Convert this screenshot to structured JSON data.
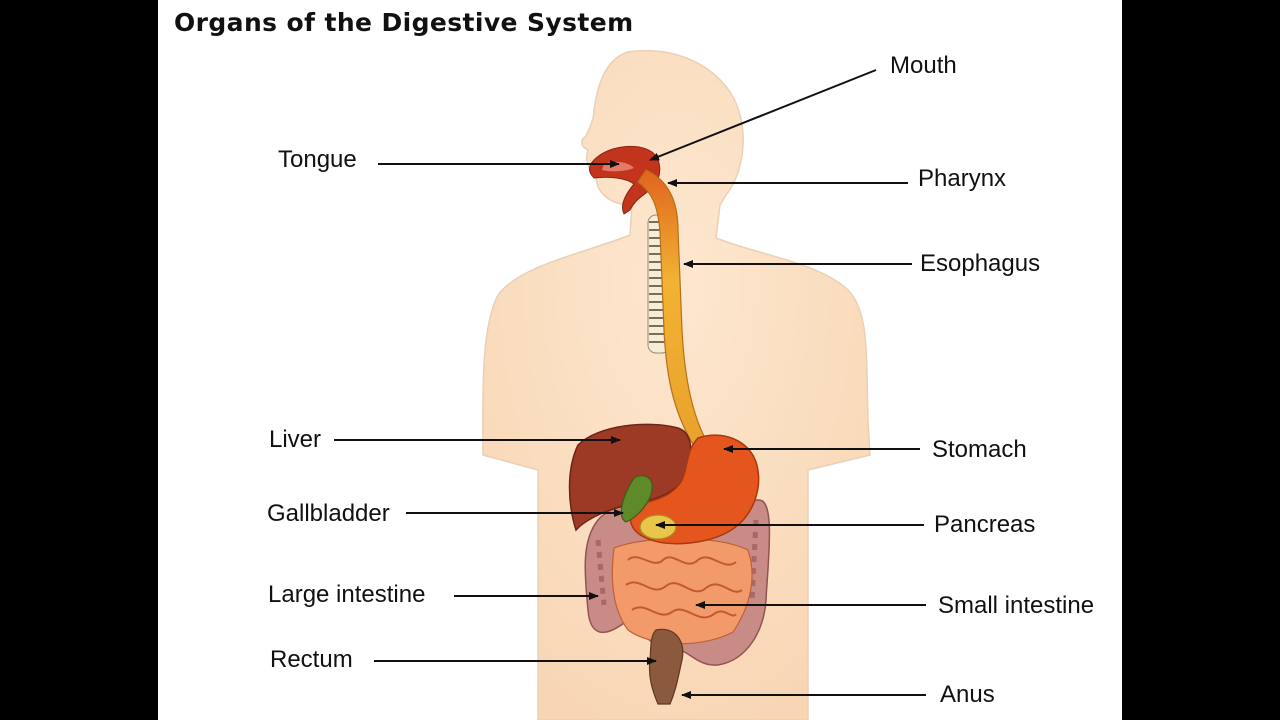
{
  "title": "Organs of the Digestive System",
  "labels": {
    "mouth": "Mouth",
    "tongue": "Tongue",
    "pharynx": "Pharynx",
    "esophagus": "Esophagus",
    "liver": "Liver",
    "stomach": "Stomach",
    "gallbladder": "Gallbladder",
    "pancreas": "Pancreas",
    "large_intestine": "Large intestine",
    "small_intestine": "Small intestine",
    "rectum": "Rectum",
    "anus": "Anus"
  },
  "colors": {
    "background_bars": "#000000",
    "panel": "#ffffff",
    "skin": "#fbe1c6",
    "mouth_cavity": "#c2341c",
    "esophagus": "#f0a62a",
    "liver": "#9c3a25",
    "stomach": "#e5551e",
    "gallbladder": "#5f8a2a",
    "pancreas": "#e8c64a",
    "large_intestine": "#c98b86",
    "small_intestine": "#f39a6a",
    "rectum": "#8b5a3c",
    "leader_line": "#111111"
  }
}
